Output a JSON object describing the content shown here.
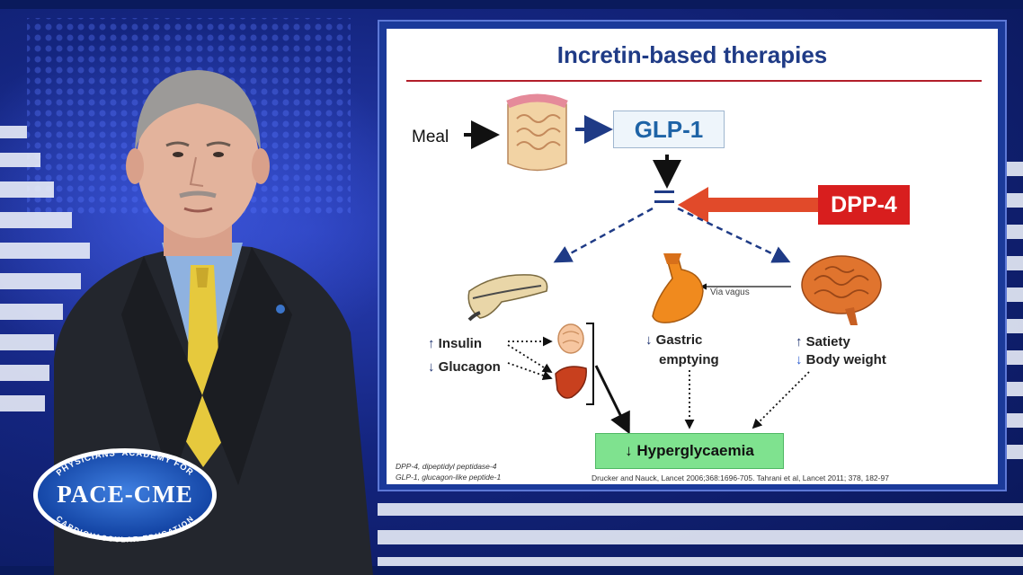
{
  "slide": {
    "title": "Incretin-based therapies",
    "meal_label": "Meal",
    "glp1_label": "GLP-1",
    "dpp4_label": "DPP-4",
    "via_vagus_label": "Via vagus",
    "pancreas": {
      "insulin_arrow": "↑",
      "insulin_label": "Insulin",
      "glucagon_arrow": "↓",
      "glucagon_label": "Glucagon"
    },
    "stomach": {
      "arrow": "↓",
      "line1": "Gastric",
      "line2": "emptying"
    },
    "brain": {
      "satiety_arrow": "↑",
      "satiety_label": "Satiety",
      "weight_arrow": "↓",
      "weight_label": "Body weight"
    },
    "outcome": "↓ Hyperglycaemia",
    "abbreviations": [
      "DPP-4, dipeptidyl peptidase-4",
      "GLP-1, glucagon-like peptide-1"
    ],
    "reference": "Drucker and Nauck, Lancet 2006;368:1696-705.  Tahrani et al, Lancet 2011; 378, 182-97"
  },
  "logo": {
    "main": "PACE-CME",
    "arc_top": "PHYSICIANS' ACADEMY FOR",
    "arc_bottom": "CARDIOVASCULAR EDUCATION"
  },
  "colors": {
    "title": "#1f3b86",
    "title_rule": "#b21e2a",
    "glp1_text": "#1e63a6",
    "dpp4_box": "#d81e1e",
    "outcome_box": "#7fe28f"
  },
  "icons": [
    "intestine-icon",
    "pancreas-icon",
    "stomach-icon",
    "brain-icon",
    "alpha-cell-icon",
    "liver-icon"
  ]
}
